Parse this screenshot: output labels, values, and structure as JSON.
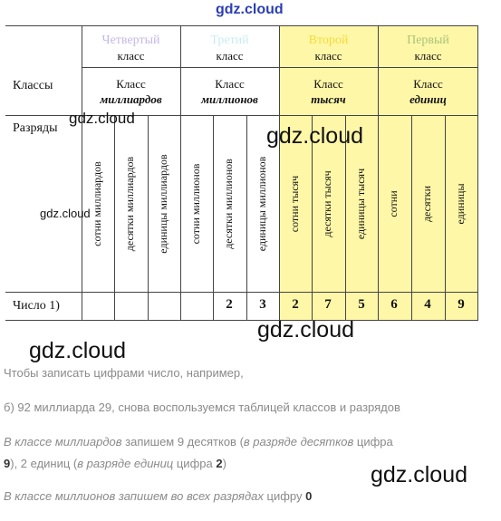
{
  "watermarks": {
    "top": "gdz.cloud",
    "mid_small_left": "gdz.cloud",
    "mid_large": "gdz.cloud",
    "left_small": "gdz.cloud",
    "below_table": "gdz.cloud",
    "left_large": "gdz.cloud",
    "bottom_right": "gdz.cloud"
  },
  "colors": {
    "header_4": "#c4b8e8",
    "header_3": "#c9ecf3",
    "header_2": "#f2dc3a",
    "header_1": "#a8c47a",
    "yellow_fill": "#fff7a8"
  },
  "table": {
    "headers": [
      {
        "num": "Четвертый",
        "cls": "класс"
      },
      {
        "num": "Третий",
        "cls": "класс"
      },
      {
        "num": "Второй",
        "cls": "класс"
      },
      {
        "num": "Первый",
        "cls": "класс"
      }
    ],
    "row_classes_label": "Классы",
    "classes": [
      {
        "top": "Класс",
        "name": "миллиардов"
      },
      {
        "top": "Класс",
        "name": "миллионов"
      },
      {
        "top": "Класс",
        "name": "тысяч"
      },
      {
        "top": "Класс",
        "name": "единиц"
      }
    ],
    "row_ranks_label": "Разряды",
    "ranks": [
      "сотни миллиардов",
      "десятки миллиардов",
      "единицы миллиардов",
      "сотни миллионов",
      "десятки миллионов",
      "единицы миллионов",
      "сотни тысяч",
      "десятки тысяч",
      "единицы тысяч",
      "сотни",
      "десятки",
      "единицы"
    ],
    "row_number_label": "Число 1)",
    "digits": [
      "",
      "",
      "",
      "",
      "2",
      "3",
      "2",
      "7",
      "5",
      "6",
      "4",
      "9"
    ]
  },
  "text": {
    "line1": "Чтобы записать цифрами число, например,",
    "line2": "б) 92 миллиарда 29, снова воспользуемся таблицей классов и разрядов",
    "line3_a": "В классе миллиардов",
    "line3_b": " запишем 9 десятков (",
    "line3_c": "в разряде десятков",
    "line3_d": " цифра",
    "line4_a": "9",
    "line4_b": "), 2 единиц (",
    "line4_c": "в разряде единиц",
    "line4_d": " цифра ",
    "line4_e": "2",
    "line4_f": ")",
    "line5_a": "В классе миллионов запишем во всех разрядах",
    "line5_b": " цифру ",
    "line5_c": "0"
  }
}
